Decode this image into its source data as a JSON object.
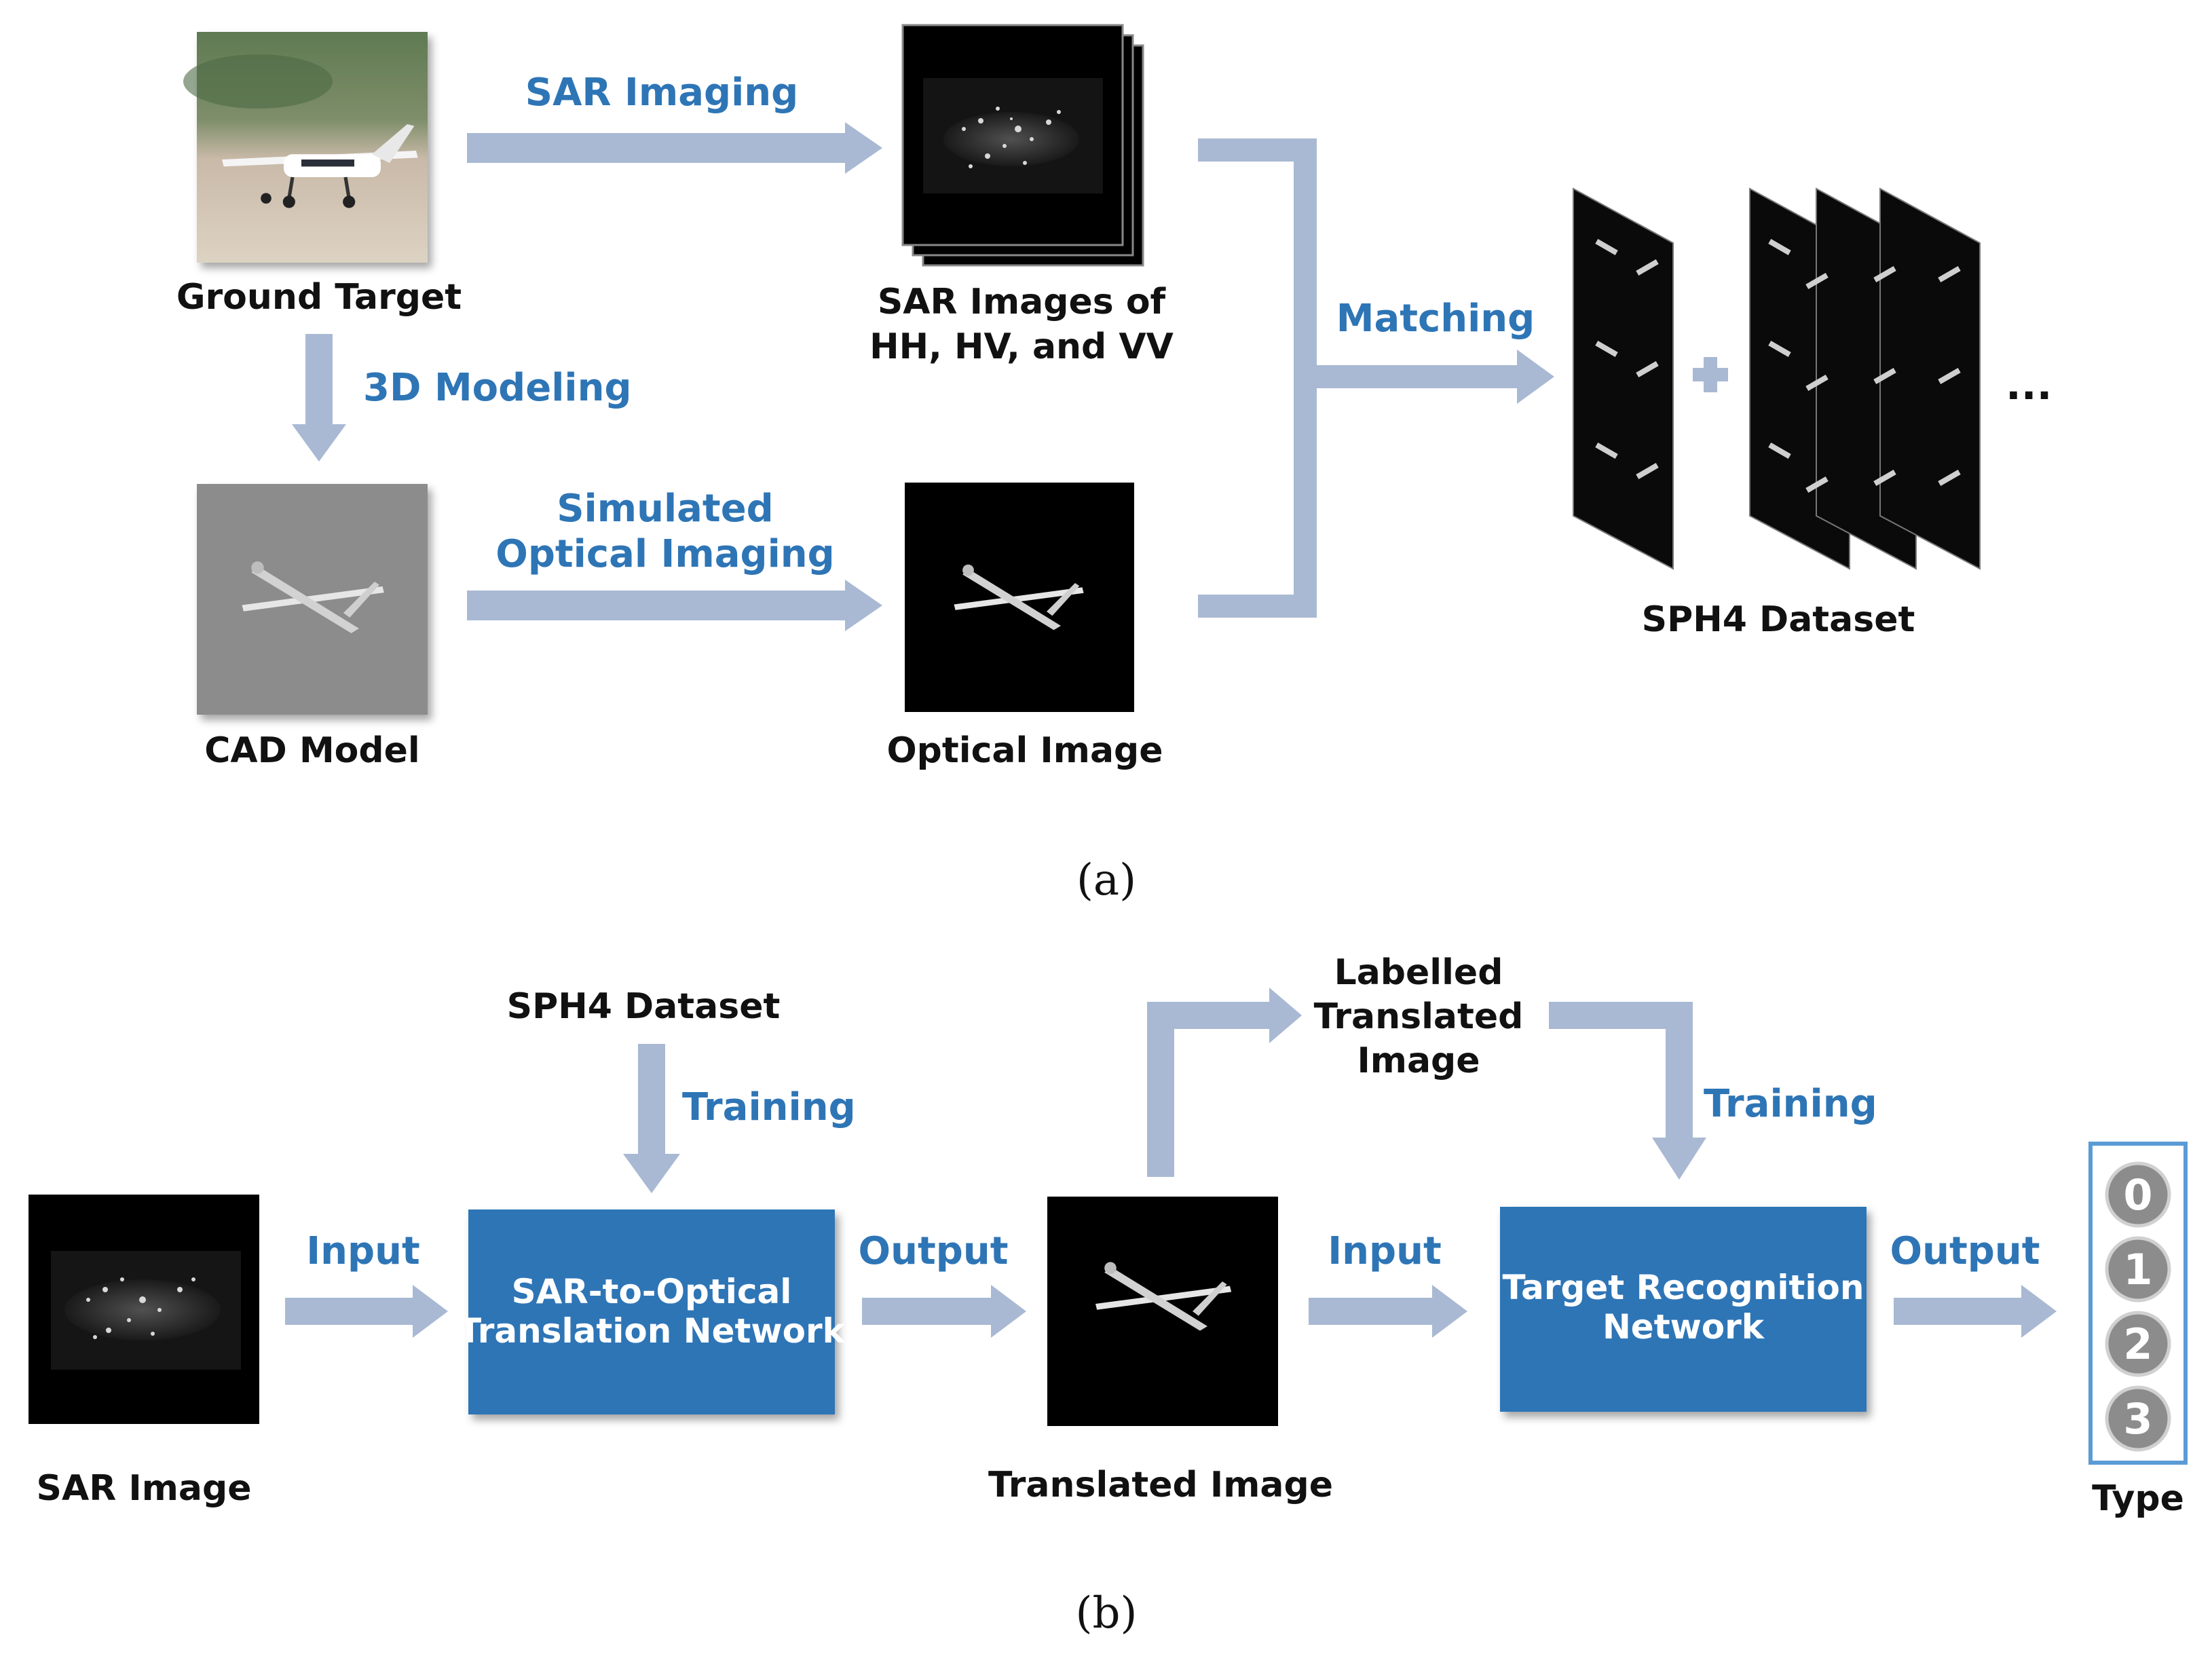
{
  "panel_a": {
    "caption": "(a)",
    "ground_target": "Ground Target",
    "sar_imaging": "SAR Imaging",
    "sar_images_line1": "SAR Images of",
    "sar_images_line2": "HH, HV, and VV",
    "modeling": "3D Modeling",
    "cad_model": "CAD Model",
    "simulated_line1": "Simulated",
    "simulated_line2": "Optical Imaging",
    "optical_image": "Optical Image",
    "matching": "Matching",
    "dataset": "SPH4 Dataset",
    "ellipsis": "..."
  },
  "panel_b": {
    "caption": "(b)",
    "sar_image": "SAR Image",
    "input1": "Input",
    "dataset": "SPH4 Dataset",
    "training1": "Training",
    "translation_net_line1": "SAR-to-Optical",
    "translation_net_line2": "Translation Network",
    "output1": "Output",
    "translated_image": "Translated Image",
    "labelled_line1": "Labelled",
    "labelled_line2": "Translated",
    "labelled_line3": "Image",
    "training2": "Training",
    "input2": "Input",
    "recognition_net_line1": "Target Recognition",
    "recognition_net_line2": "Network",
    "output2": "Output",
    "type_label": "Type",
    "type_values": [
      "0",
      "1",
      "2",
      "3"
    ]
  },
  "colors": {
    "arrow": "#a9b9d3",
    "box_fill": "#2e75b6",
    "label_blue": "#2e75b6",
    "type_border": "#5b9bd5",
    "circle": "#8c8c8c"
  }
}
